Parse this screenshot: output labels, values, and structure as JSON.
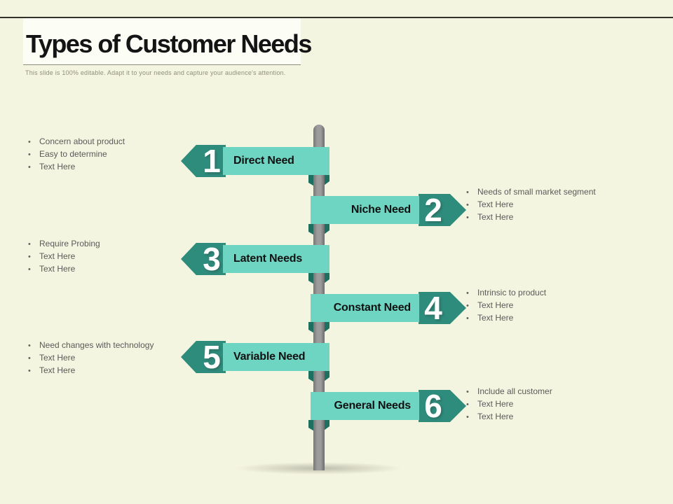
{
  "slide": {
    "title": "Types of Customer Needs",
    "subtitle": "This slide is 100% editable. Adapt it to your needs and capture your audience's attention."
  },
  "colors": {
    "background": "#f4f5e0",
    "sign_body_teal": "#6fd5c3",
    "arrow_head_teal": "#2e8c7c",
    "ribbon_fold_teal": "#1d6f60",
    "pole_gray": "#8f8f8f",
    "bullet_text_gray": "#5a5a5a"
  },
  "signs": [
    {
      "number": "1",
      "label": "Direct Need",
      "direction": "left",
      "bullets": [
        "Concern about product",
        "Easy to determine",
        "Text Here"
      ]
    },
    {
      "number": "2",
      "label": "Niche Need",
      "direction": "right",
      "bullets": [
        "Needs of small market segment",
        "Text Here",
        "Text Here"
      ]
    },
    {
      "number": "3",
      "label": "Latent Needs",
      "direction": "left",
      "bullets": [
        "Require Probing",
        "Text Here",
        "Text Here"
      ]
    },
    {
      "number": "4",
      "label": "Constant Need",
      "direction": "right",
      "bullets": [
        "Intrinsic to product",
        "Text Here",
        "Text Here"
      ]
    },
    {
      "number": "5",
      "label": "Variable Need",
      "direction": "left",
      "bullets": [
        "Need changes with technology",
        "Text Here",
        "Text Here"
      ]
    },
    {
      "number": "6",
      "label": "General Needs",
      "direction": "right",
      "bullets": [
        "Include all customer",
        "Text Here",
        "Text Here"
      ]
    }
  ],
  "bullet_glyph": "•"
}
